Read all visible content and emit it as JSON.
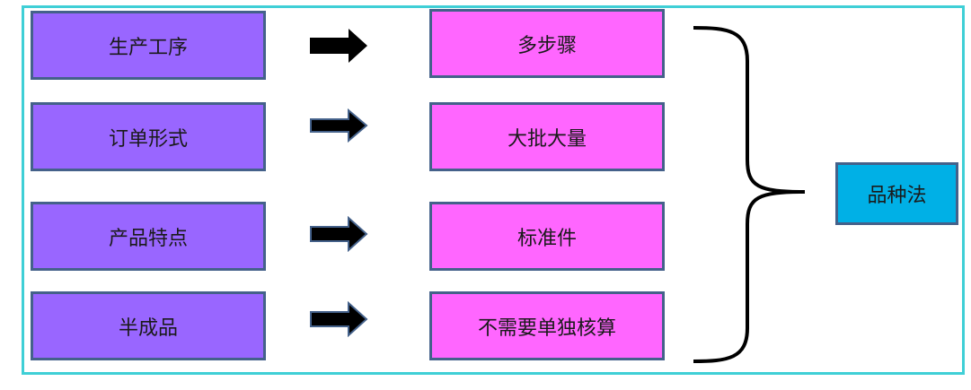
{
  "diagram": {
    "rows": [
      {
        "attribute": "生产工序",
        "value": "多步骤"
      },
      {
        "attribute": "订单形式",
        "value": "大批大量"
      },
      {
        "attribute": "产品特点",
        "value": "标准件"
      },
      {
        "attribute": "半成品",
        "value": "不需要单独核算"
      }
    ],
    "result": "品种法"
  },
  "colors": {
    "frame_border": "#3fcfd6",
    "attribute_fill": "#9966ff",
    "value_fill": "#ff66ff",
    "result_fill": "#00b0e6",
    "box_border": "#44618a",
    "arrow_fill": "#000000",
    "arrow_outline": "#44618a",
    "brace": "#000000"
  }
}
